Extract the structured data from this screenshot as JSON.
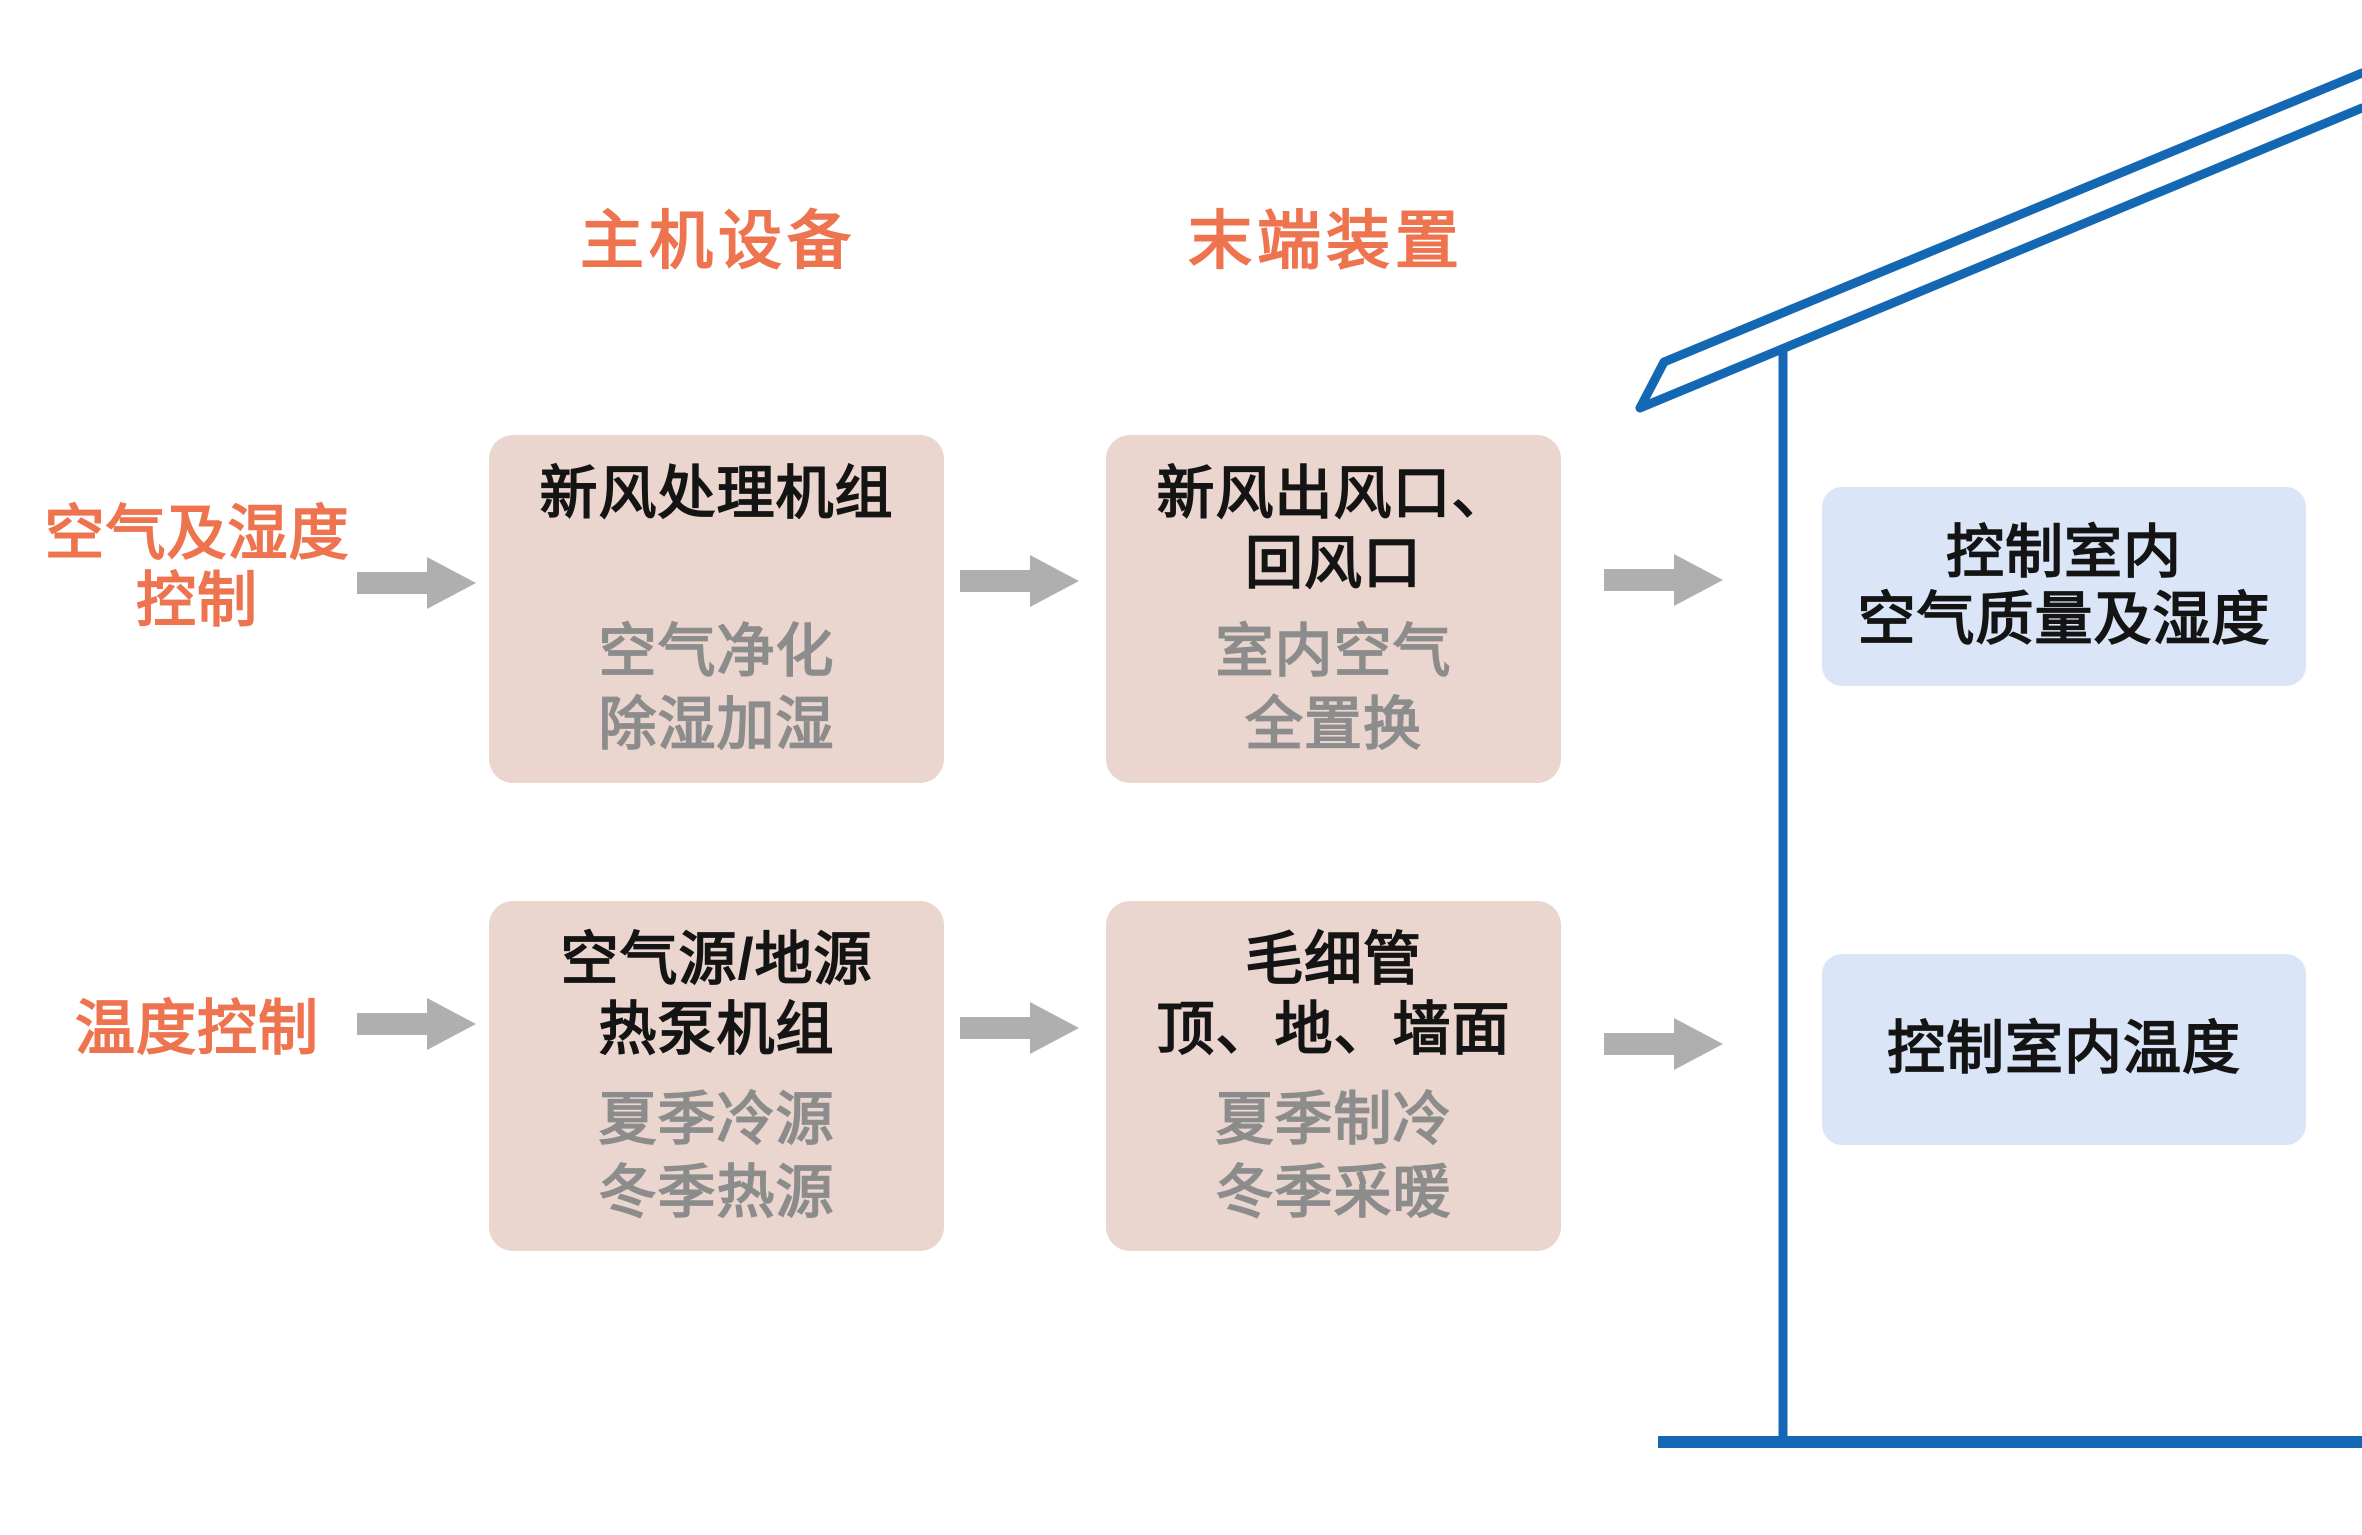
{
  "colors": {
    "orange": "#EE7450",
    "pink_box_bg": "#EAD6CE",
    "subtitle_gray": "#8C8C8C",
    "arrow_gray": "#AFAFAF",
    "house_blue": "#1467B3",
    "blue_box_bg": "#DBE5F8",
    "text_black": "#141414"
  },
  "columns": {
    "main_equipment": "主机设备",
    "terminal_devices": "末端装置"
  },
  "row_air": {
    "label_line1": "空气及湿度",
    "label_line2": "控制",
    "main_box": {
      "title_line1": "新风处理机组",
      "sub_line1": "空气净化",
      "sub_line2": "除湿加湿"
    },
    "terminal_box": {
      "title_line1": "新风出风口、",
      "title_line2": "回风口",
      "sub_line1": "室内空气",
      "sub_line2": "全置换"
    },
    "outcome_line1": "控制室内",
    "outcome_line2": "空气质量及湿度"
  },
  "row_temp": {
    "label_line1": "温度控制",
    "main_box": {
      "title_line1": "空气源/地源",
      "title_line2": "热泵机组",
      "sub_line1": "夏季冷源",
      "sub_line2": "冬季热源"
    },
    "terminal_box": {
      "title_line1": "毛细管",
      "title_line2": "顶、地、墙面",
      "sub_line1": "夏季制冷",
      "sub_line2": "冬季采暖"
    },
    "outcome_line1": "控制室内温度"
  }
}
